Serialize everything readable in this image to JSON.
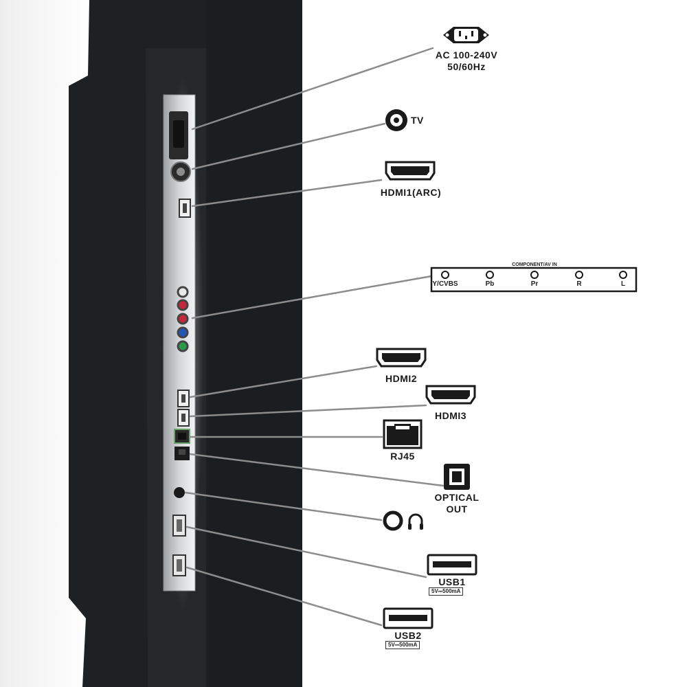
{
  "labels": {
    "ac_line1": "AC 100-240V",
    "ac_line2": "50/60Hz",
    "tv": "TV",
    "hdmi1": "HDMI1(ARC)",
    "component_title": "COMPONENT/AV IN",
    "component_ports": [
      "Y/CVBS",
      "Pb",
      "Pr",
      "R",
      "L"
    ],
    "hdmi2": "HDMI2",
    "hdmi3": "HDMI3",
    "rj45": "RJ45",
    "optical_line1": "OPTICAL",
    "optical_line2": "OUT",
    "usb1": "USB1",
    "usb1_spec": "5V⎓500mA",
    "usb2": "USB2",
    "usb2_spec": "5V⎓500mA"
  },
  "colors": {
    "panel_dark": "#1f2224",
    "port_strip": "#c9cbcd",
    "leader_line": "#8c8c8c",
    "icon_stroke": "#1a1a1a",
    "av_red": "#c4283a",
    "av_blue": "#2456b8",
    "av_green": "#2a9a4a",
    "av_white": "#e8e8e8"
  },
  "icons": [
    "ac-power-icon",
    "coax-tv-icon",
    "hdmi-icon",
    "component-av-icon",
    "rj45-icon",
    "optical-icon",
    "headphone-icon",
    "usb-icon"
  ]
}
